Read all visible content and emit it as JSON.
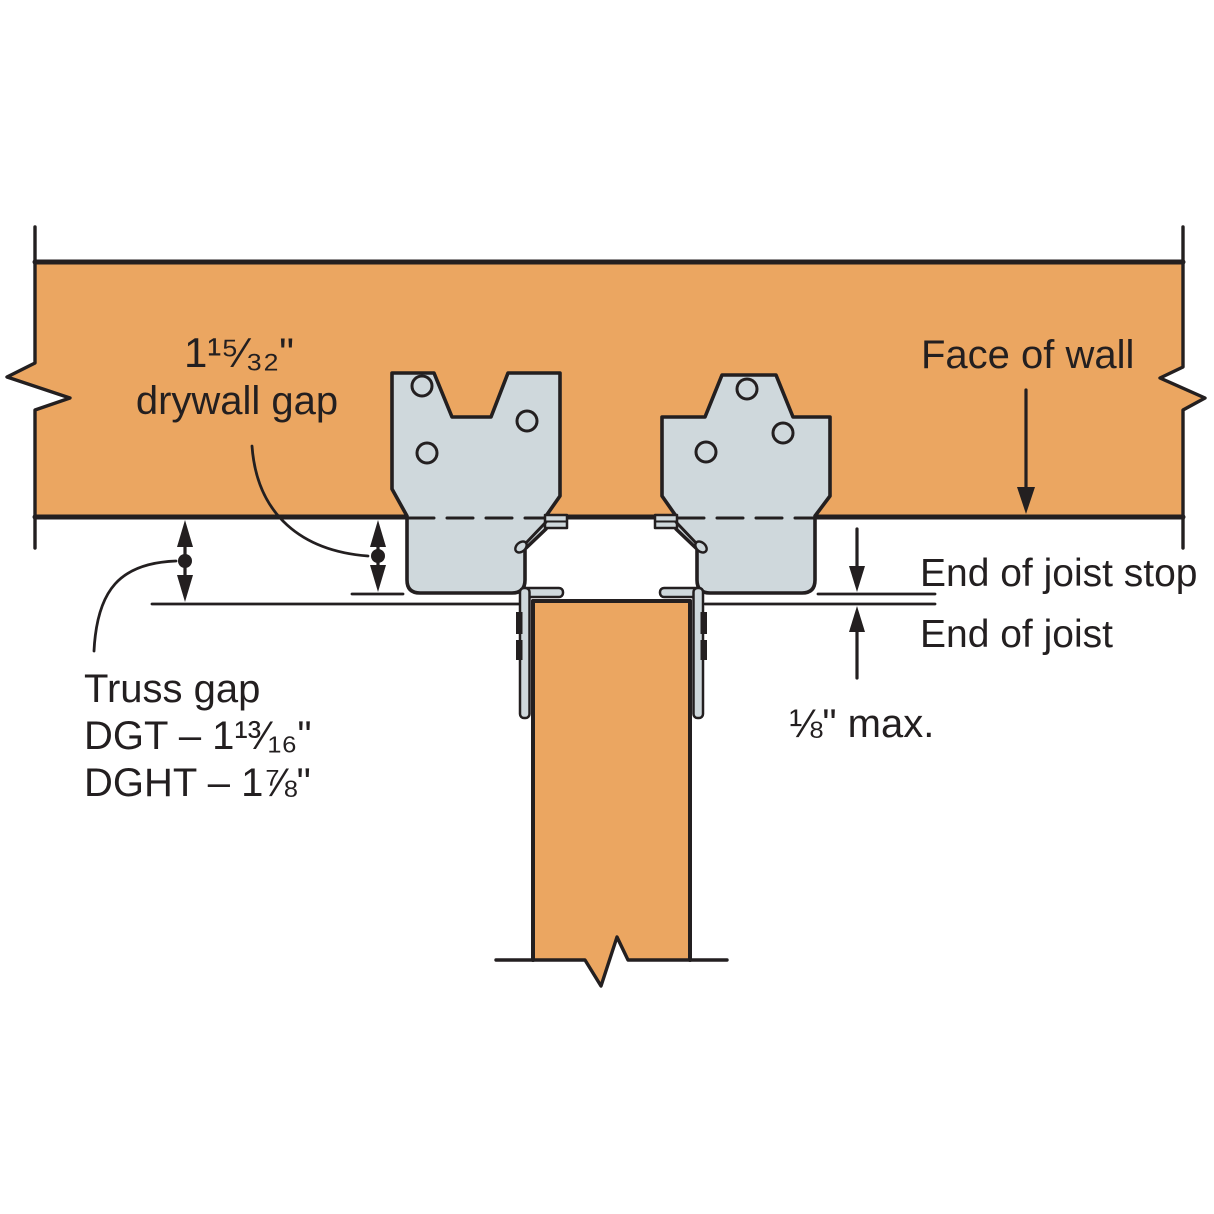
{
  "labels": {
    "drywall_gap": {
      "dimension": "1¹⁵⁄₃₂\"",
      "caption": "drywall gap"
    },
    "face_of_wall": "Face of wall",
    "end_of_joist_stop": "End of joist stop",
    "end_of_joist": "End of joist",
    "max_gap": "⅛\" max.",
    "truss_gap": {
      "caption": "Truss gap",
      "dgt": "DGT – 1¹³⁄₁₆\"",
      "dght": "DGHT – 1⅞\""
    }
  },
  "colors": {
    "wood": "#EBA661",
    "steel": "#CFD8DC",
    "line": "#231F20",
    "background": "#FFFFFF"
  }
}
